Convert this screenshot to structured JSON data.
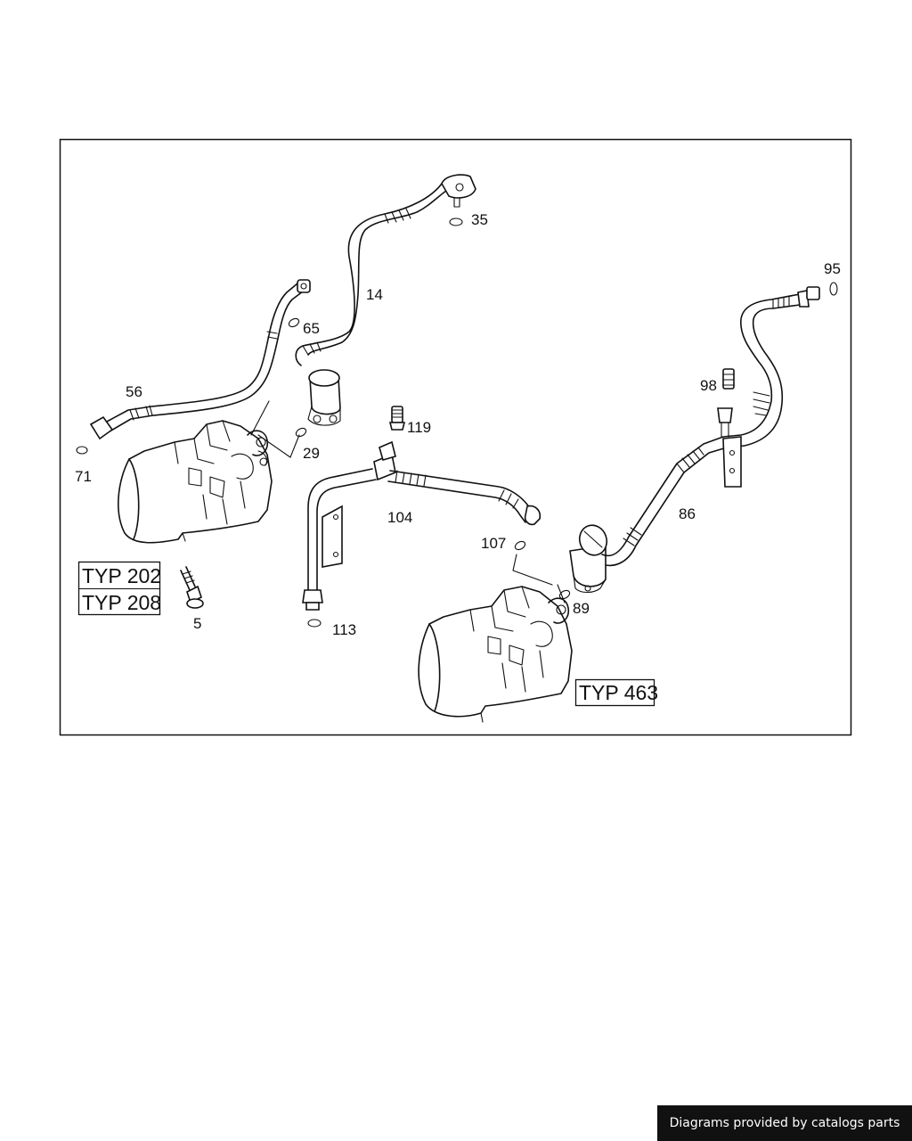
{
  "labels": {
    "p5": "5",
    "p14": "14",
    "p29": "29",
    "p35": "35",
    "p56": "56",
    "p65": "65",
    "p71": "71",
    "p86": "86",
    "p89": "89",
    "p95": "95",
    "p98": "98",
    "p104": "104",
    "p107": "107",
    "p113": "113",
    "p119": "119"
  },
  "type_boxes": {
    "typ202": "TYP 202",
    "typ208": "TYP 208",
    "typ463": "TYP 463"
  },
  "footer": {
    "text": "Diagrams provided by catalogs parts"
  }
}
